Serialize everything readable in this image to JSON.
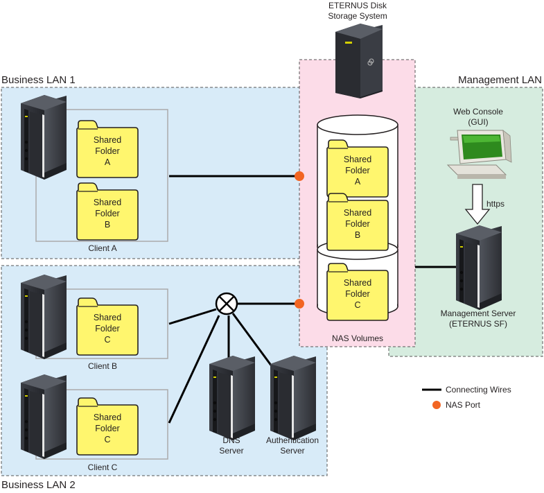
{
  "storage": {
    "line1": "ETERNUS Disk",
    "line2": "Storage System"
  },
  "lan1_label": "Business LAN 1",
  "lan2_label": "Business LAN 2",
  "mgmt_lan_label": "Management LAN",
  "client_a": {
    "label": "Client A",
    "folders": [
      {
        "line1": "Shared",
        "line2": "Folder",
        "line3": "A"
      },
      {
        "line1": "Shared",
        "line2": "Folder",
        "line3": "B"
      }
    ]
  },
  "client_b": {
    "label": "Client B",
    "folder": {
      "line1": "Shared",
      "line2": "Folder",
      "line3": "C"
    }
  },
  "client_c": {
    "label": "Client C",
    "folder": {
      "line1": "Shared",
      "line2": "Folder",
      "line3": "C"
    }
  },
  "nas": {
    "label": "NAS Volumes",
    "folders": [
      {
        "line1": "Shared",
        "line2": "Folder",
        "line3": "A"
      },
      {
        "line1": "Shared",
        "line2": "Folder",
        "line3": "B"
      },
      {
        "line1": "Shared",
        "line2": "Folder",
        "line3": "C"
      }
    ]
  },
  "web_console": {
    "line1": "Web Console",
    "line2": "(GUI)"
  },
  "https_label": "https",
  "mgmt_server": {
    "line1": "Management Server",
    "line2": "(ETERNUS SF)"
  },
  "dns_server": {
    "line1": "DNS",
    "line2": "Server"
  },
  "auth_server": {
    "line1": "Authentication",
    "line2": "Server"
  },
  "legend": {
    "wires": "Connecting Wires",
    "port": "NAS Port"
  },
  "colors": {
    "lan": "#d8ebf8",
    "nas_zone": "#fcdce8",
    "mgmt": "#d6ecdf",
    "folder": "#fff66e",
    "port": "#f26522"
  }
}
